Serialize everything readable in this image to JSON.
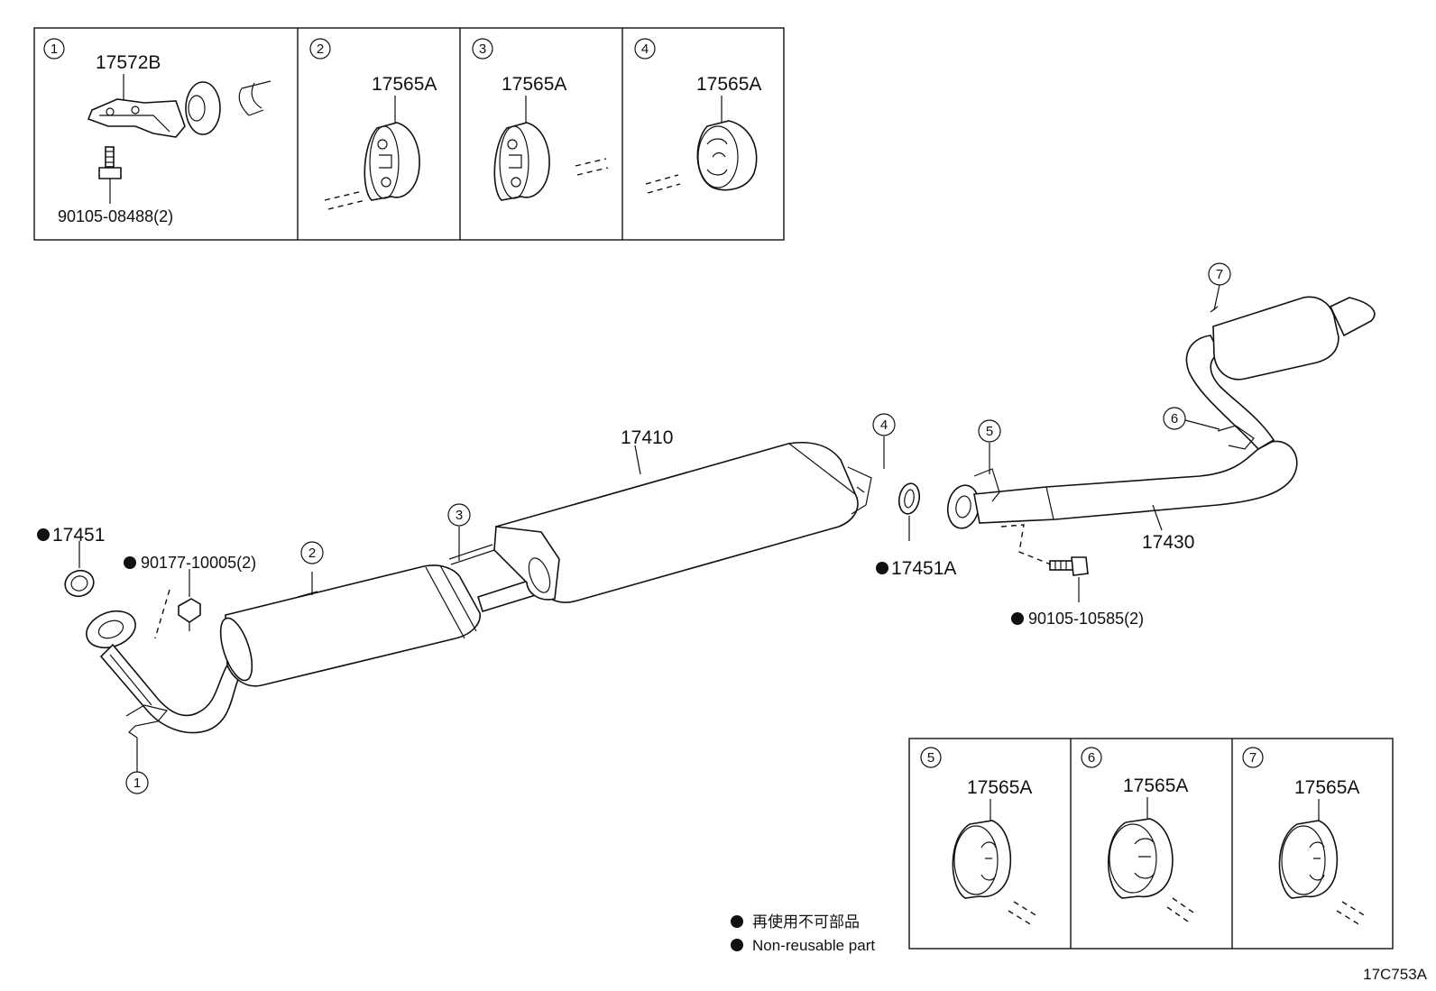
{
  "callouts": {
    "c1": "1",
    "c2": "2",
    "c3": "3",
    "c4": "4",
    "c5": "5",
    "c6": "6",
    "c7": "7"
  },
  "insets": {
    "i1": {
      "num": "1",
      "part": "17572B",
      "bolt": "90105-08488(2)"
    },
    "i2": {
      "num": "2",
      "part": "17565A"
    },
    "i3": {
      "num": "3",
      "part": "17565A"
    },
    "i4": {
      "num": "4",
      "part": "17565A"
    },
    "i5": {
      "num": "5",
      "part": "17565A"
    },
    "i6": {
      "num": "6",
      "part": "17565A"
    },
    "i7": {
      "num": "7",
      "part": "17565A"
    }
  },
  "parts": {
    "gasket_front": "17451",
    "nut_front": "90177-10005(2)",
    "center_muffler": "17410",
    "gasket_rear": "17451A",
    "tail_pipe": "17430",
    "bolt_rear": "90105-10585(2)"
  },
  "legend": {
    "line1": "再使用不可部品",
    "line2": "Non-reusable part"
  },
  "diagram_code": "17C753A"
}
